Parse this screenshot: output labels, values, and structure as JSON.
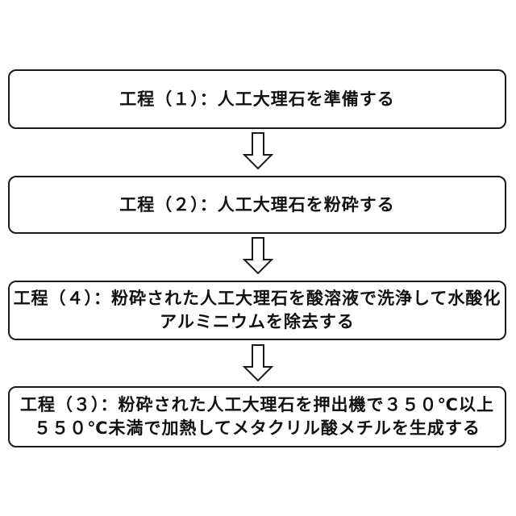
{
  "flowchart": {
    "description_colors": {
      "box_border": "#1a1a1a",
      "box_fill": "#ffffff",
      "text": "#111111",
      "arrow_outline": "#1a1a1a",
      "arrow_fill": "#ffffff"
    },
    "boxes": [
      {
        "id": "step-1",
        "lines": [
          "工程（１）：人工大理石を準備する"
        ]
      },
      {
        "id": "step-2",
        "lines": [
          "工程（２）：人工大理石を粉砕する"
        ]
      },
      {
        "id": "step-4",
        "lines": [
          "工程（４）：粉砕された人工大理石を酸溶液で洗浄して水酸化",
          "アルミニウムを除去する"
        ]
      },
      {
        "id": "step-3",
        "lines": [
          "工程（３）：粉砕された人工大理石を押出機で３５０℃以上",
          "５５０℃未満で加熱してメタクリル酸メチルを生成する"
        ]
      }
    ],
    "arrows": [
      "down",
      "down",
      "down"
    ]
  }
}
